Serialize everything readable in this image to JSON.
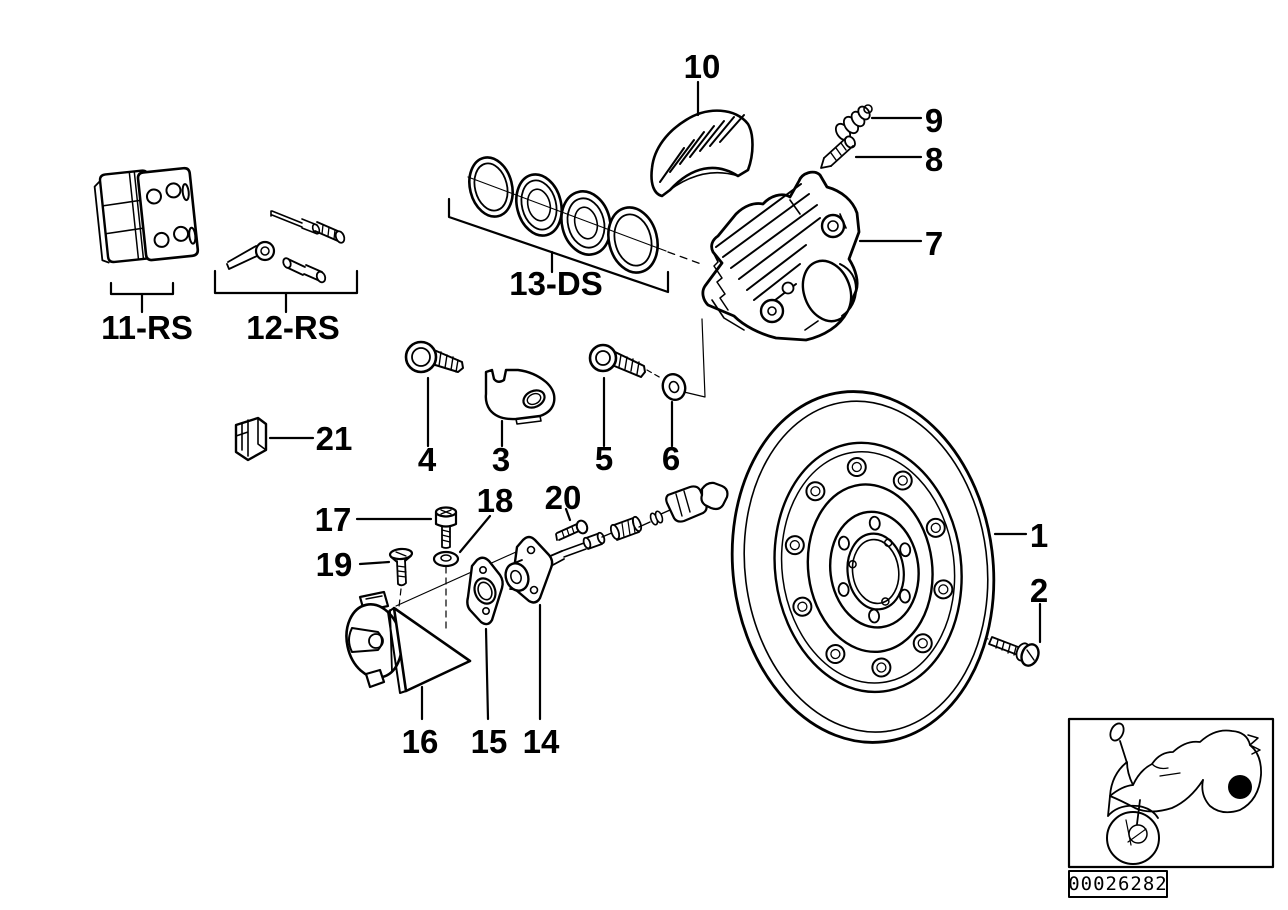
{
  "diagram": {
    "kind": "exploded-parts-diagram",
    "colors": {
      "ink": "#000000",
      "background": "#ffffff"
    }
  },
  "callouts": {
    "c1": {
      "label": "1"
    },
    "c2": {
      "label": "2"
    },
    "c3": {
      "label": "3"
    },
    "c4": {
      "label": "4"
    },
    "c5": {
      "label": "5"
    },
    "c6": {
      "label": "6"
    },
    "c7": {
      "label": "7"
    },
    "c8": {
      "label": "8"
    },
    "c9": {
      "label": "9"
    },
    "c10": {
      "label": "10"
    },
    "c14": {
      "label": "14"
    },
    "c15": {
      "label": "15"
    },
    "c16": {
      "label": "16"
    },
    "c17": {
      "label": "17"
    },
    "c18": {
      "label": "18"
    },
    "c19": {
      "label": "19"
    },
    "c20": {
      "label": "20"
    },
    "c21": {
      "label": "21"
    },
    "c11rs": {
      "label": "11-RS"
    },
    "c12rs": {
      "label": "12-RS"
    },
    "c13ds": {
      "label": "13-DS"
    }
  },
  "stamp": {
    "image_number": "00026282"
  }
}
